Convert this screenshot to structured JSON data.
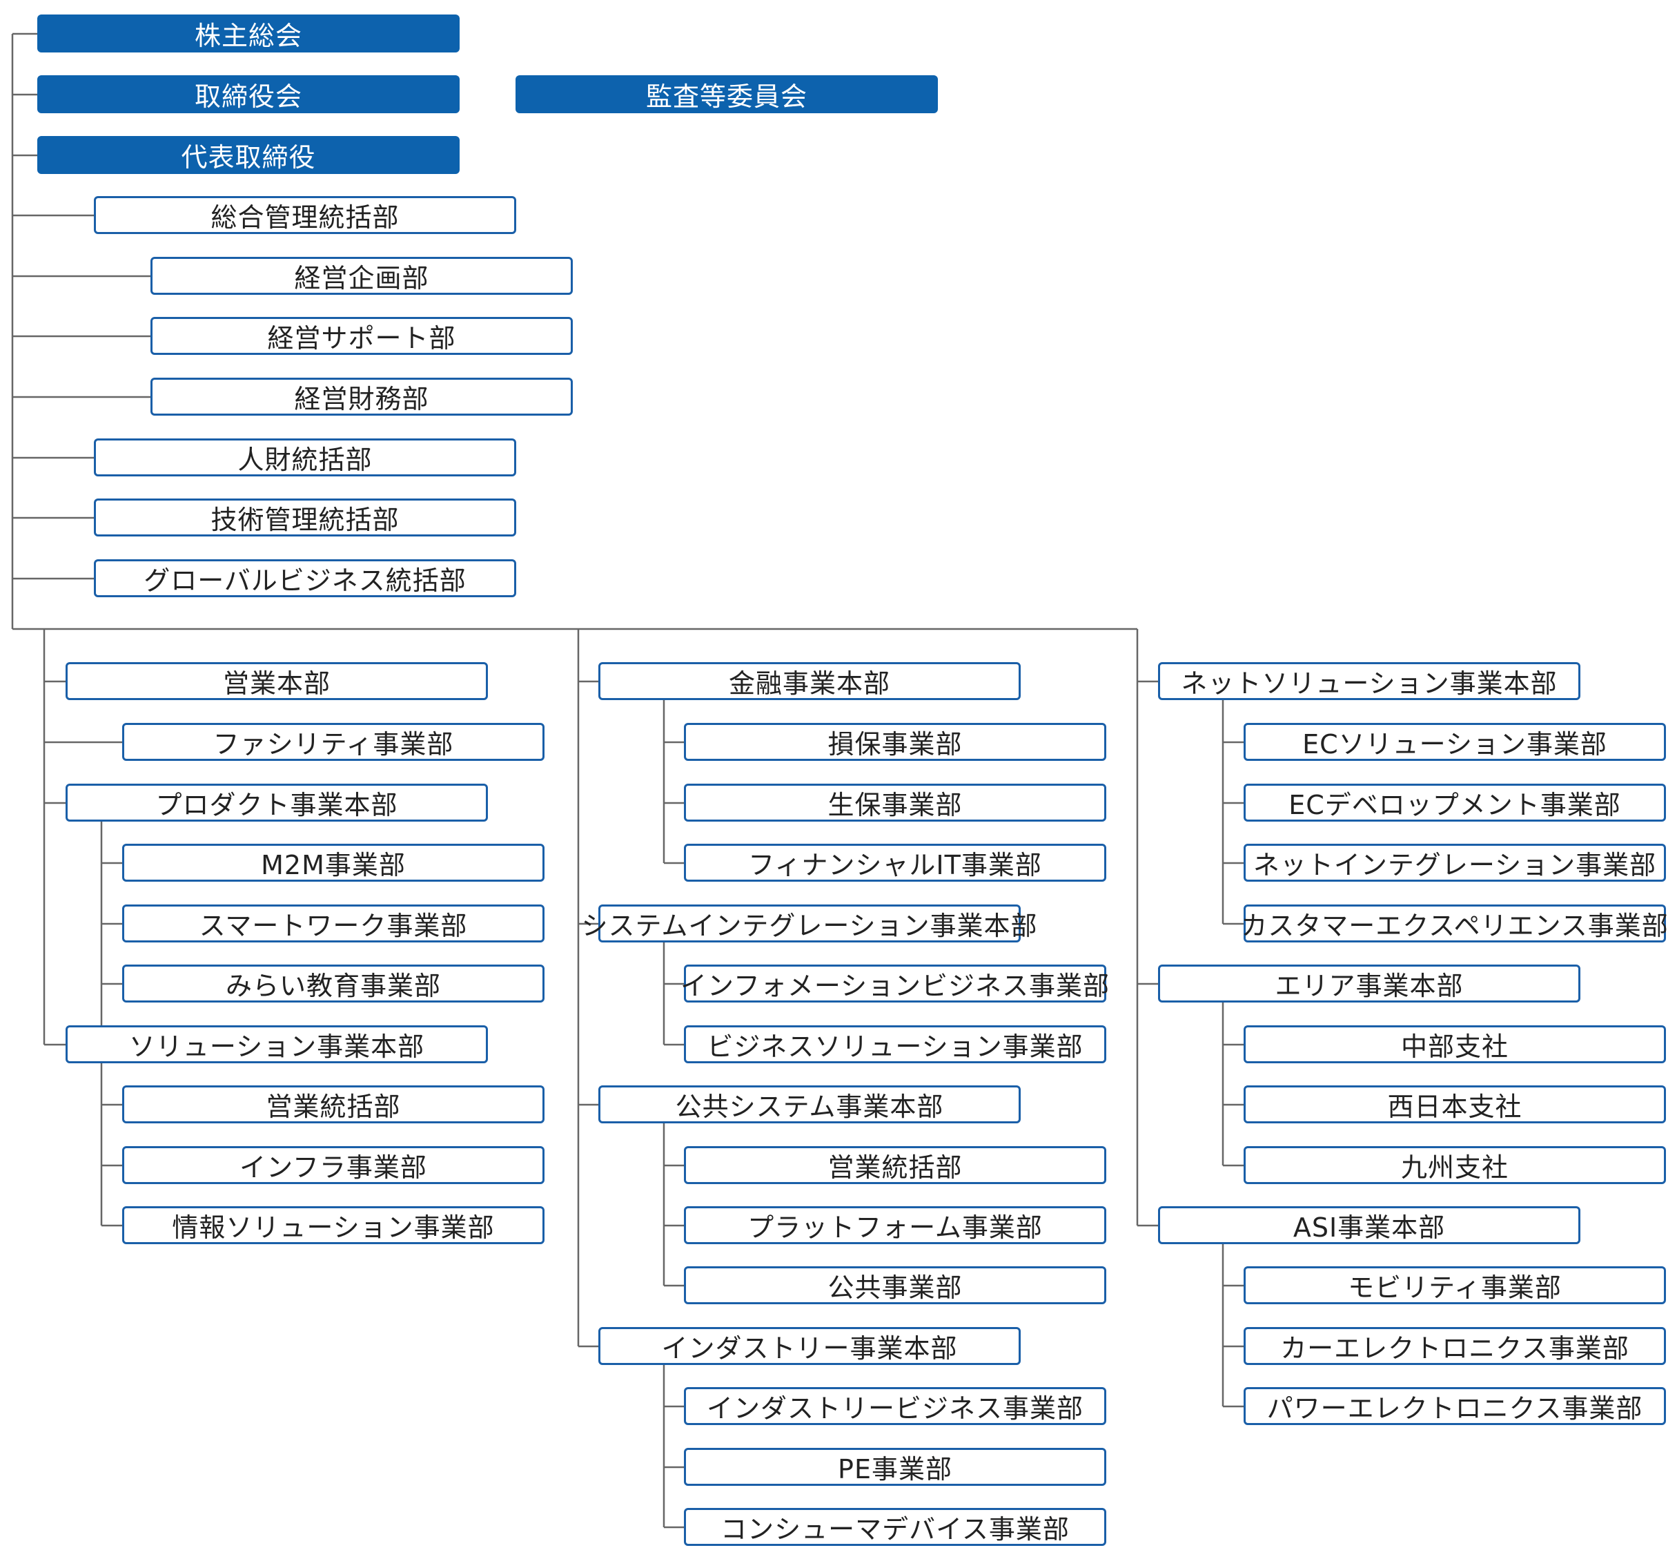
{
  "colors": {
    "primary": "#0d62ad",
    "outline": "#1a5fa8",
    "line": "#666666",
    "text": "#222222"
  },
  "governance": [
    {
      "id": "shareholders",
      "label": "株主総会"
    },
    {
      "id": "board",
      "label": "取締役会"
    },
    {
      "id": "audit",
      "label": "監査等委員会"
    },
    {
      "id": "president",
      "label": "代表取締役"
    }
  ],
  "admin": [
    {
      "id": "admin-hq",
      "label": "総合管理統括部"
    },
    {
      "id": "corp-planning",
      "label": "経営企画部"
    },
    {
      "id": "corp-support",
      "label": "経営サポート部"
    },
    {
      "id": "corp-finance",
      "label": "経営財務部"
    },
    {
      "id": "hr-hq",
      "label": "人財統括部"
    },
    {
      "id": "tech-mgmt-hq",
      "label": "技術管理統括部"
    },
    {
      "id": "global-hq",
      "label": "グローバルビジネス統括部"
    }
  ],
  "divisions": [
    {
      "label": "営業本部",
      "units": [
        {
          "label": "ファシリティ事業部"
        }
      ]
    },
    {
      "label": "プロダクト事業本部",
      "units": [
        {
          "label": "M2M事業部"
        },
        {
          "label": "スマートワーク事業部"
        },
        {
          "label": "みらい教育事業部"
        }
      ]
    },
    {
      "label": "ソリューション事業本部",
      "units": [
        {
          "label": "営業統括部"
        },
        {
          "label": "インフラ事業部"
        },
        {
          "label": "情報ソリューション事業部"
        }
      ]
    },
    {
      "label": "金融事業本部",
      "units": [
        {
          "label": "損保事業部"
        },
        {
          "label": "生保事業部"
        },
        {
          "label": "フィナンシャルIT事業部"
        }
      ]
    },
    {
      "label": "システムインテグレーション事業本部",
      "units": [
        {
          "label": "インフォメーションビジネス事業部"
        },
        {
          "label": "ビジネスソリューション事業部"
        }
      ]
    },
    {
      "label": "公共システム事業本部",
      "units": [
        {
          "label": "営業統括部"
        },
        {
          "label": "プラットフォーム事業部"
        },
        {
          "label": "公共事業部"
        }
      ]
    },
    {
      "label": "インダストリー事業本部",
      "units": [
        {
          "label": "インダストリービジネス事業部"
        },
        {
          "label": "PE事業部"
        },
        {
          "label": "コンシューマデバイス事業部"
        }
      ]
    },
    {
      "label": "ネットソリューション事業本部",
      "units": [
        {
          "label": "ECソリューション事業部"
        },
        {
          "label": "ECデベロップメント事業部"
        },
        {
          "label": "ネットインテグレーション事業部"
        },
        {
          "label": "カスタマーエクスペリエンス事業部"
        }
      ]
    },
    {
      "label": "エリア事業本部",
      "units": [
        {
          "label": "中部支社"
        },
        {
          "label": "西日本支社"
        },
        {
          "label": "九州支社"
        }
      ]
    },
    {
      "label": "ASI事業本部",
      "units": [
        {
          "label": "モビリティ事業部"
        },
        {
          "label": "カーエレクトロニクス事業部"
        },
        {
          "label": "パワーエレクトロニクス事業部"
        }
      ]
    }
  ]
}
